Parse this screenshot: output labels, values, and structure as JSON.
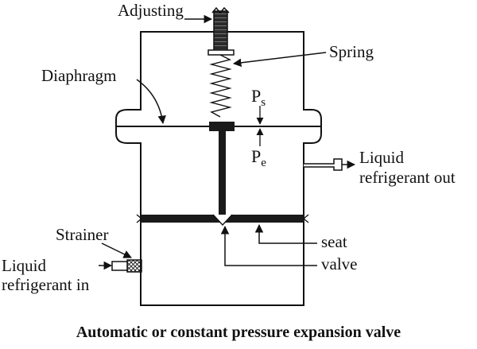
{
  "labels": {
    "adjusting": "Adjusting",
    "spring": "Spring",
    "diaphragm": "Diaphragm",
    "ps_main": "P",
    "ps_sub": "s",
    "pe_main": "P",
    "pe_sub": "e",
    "liquid_out_line1": "Liquid",
    "liquid_out_line2": "refrigerant out",
    "strainer": "Strainer",
    "liquid_in_line1": "Liquid",
    "liquid_in_line2": "refrigerant in",
    "seat": "seat",
    "valve": "valve"
  },
  "caption": "Automatic or constant pressure expansion valve",
  "colors": {
    "stroke": "#111111",
    "fill_dark": "#1a1a1a",
    "background": "#ffffff"
  }
}
